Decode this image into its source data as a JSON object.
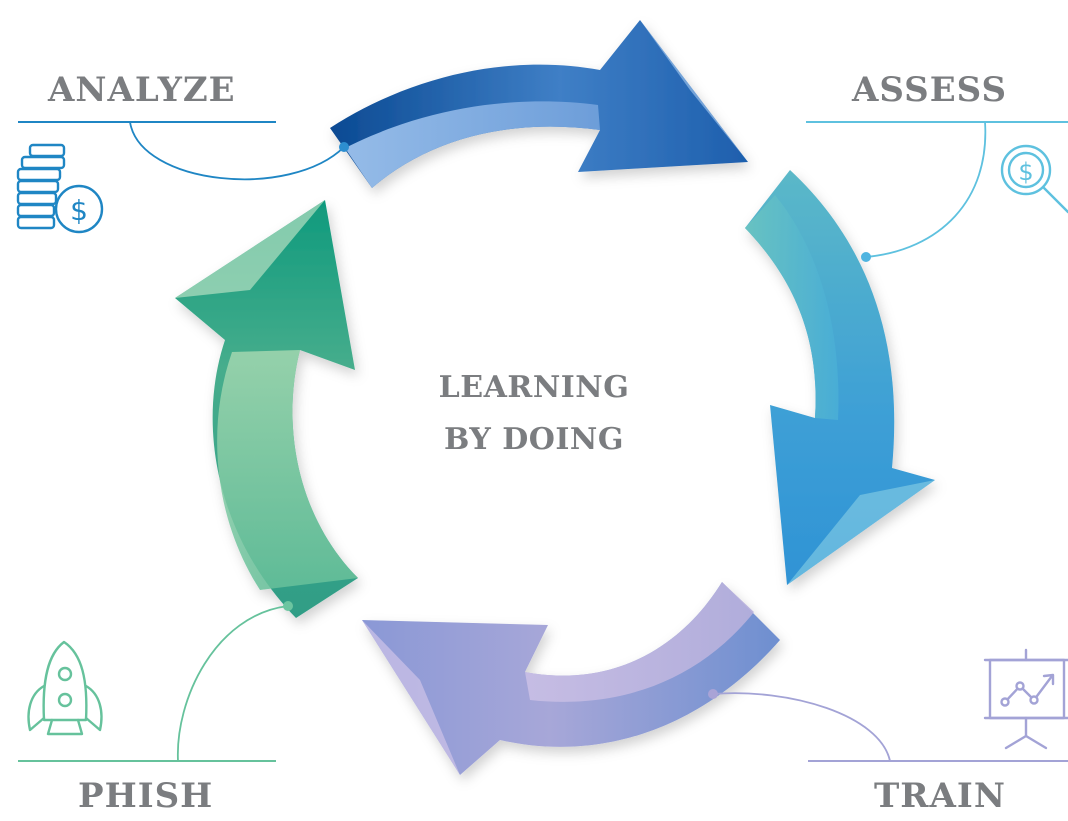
{
  "center": {
    "line1": "LEARNING",
    "line2": "BY DOING"
  },
  "stages": {
    "analyze": {
      "label": "ANALYZE",
      "icon": "coin-stack-dollar-icon",
      "color": "#1f86c4"
    },
    "assess": {
      "label": "ASSESS",
      "icon": "magnifier-dollar-icon",
      "color": "#5ec1df"
    },
    "train": {
      "label": "TRAIN",
      "icon": "presentation-chart-icon",
      "color": "#a3a3d6"
    },
    "phish": {
      "label": "PHISH",
      "icon": "rocket-icon",
      "color": "#66c29c"
    }
  },
  "colors": {
    "text": "#7b7d80",
    "arrow_blue_dark": "#0d4d97",
    "arrow_blue_light": "#8db8e8",
    "arrow_cyan": "#3ea2d6",
    "arrow_teal": "#6cc3bf",
    "arrow_lavender": "#b9b0d9",
    "arrow_periwinkle": "#6f8fcf",
    "arrow_green_dark": "#0f9a7d",
    "arrow_green_light": "#8fd0a2"
  }
}
